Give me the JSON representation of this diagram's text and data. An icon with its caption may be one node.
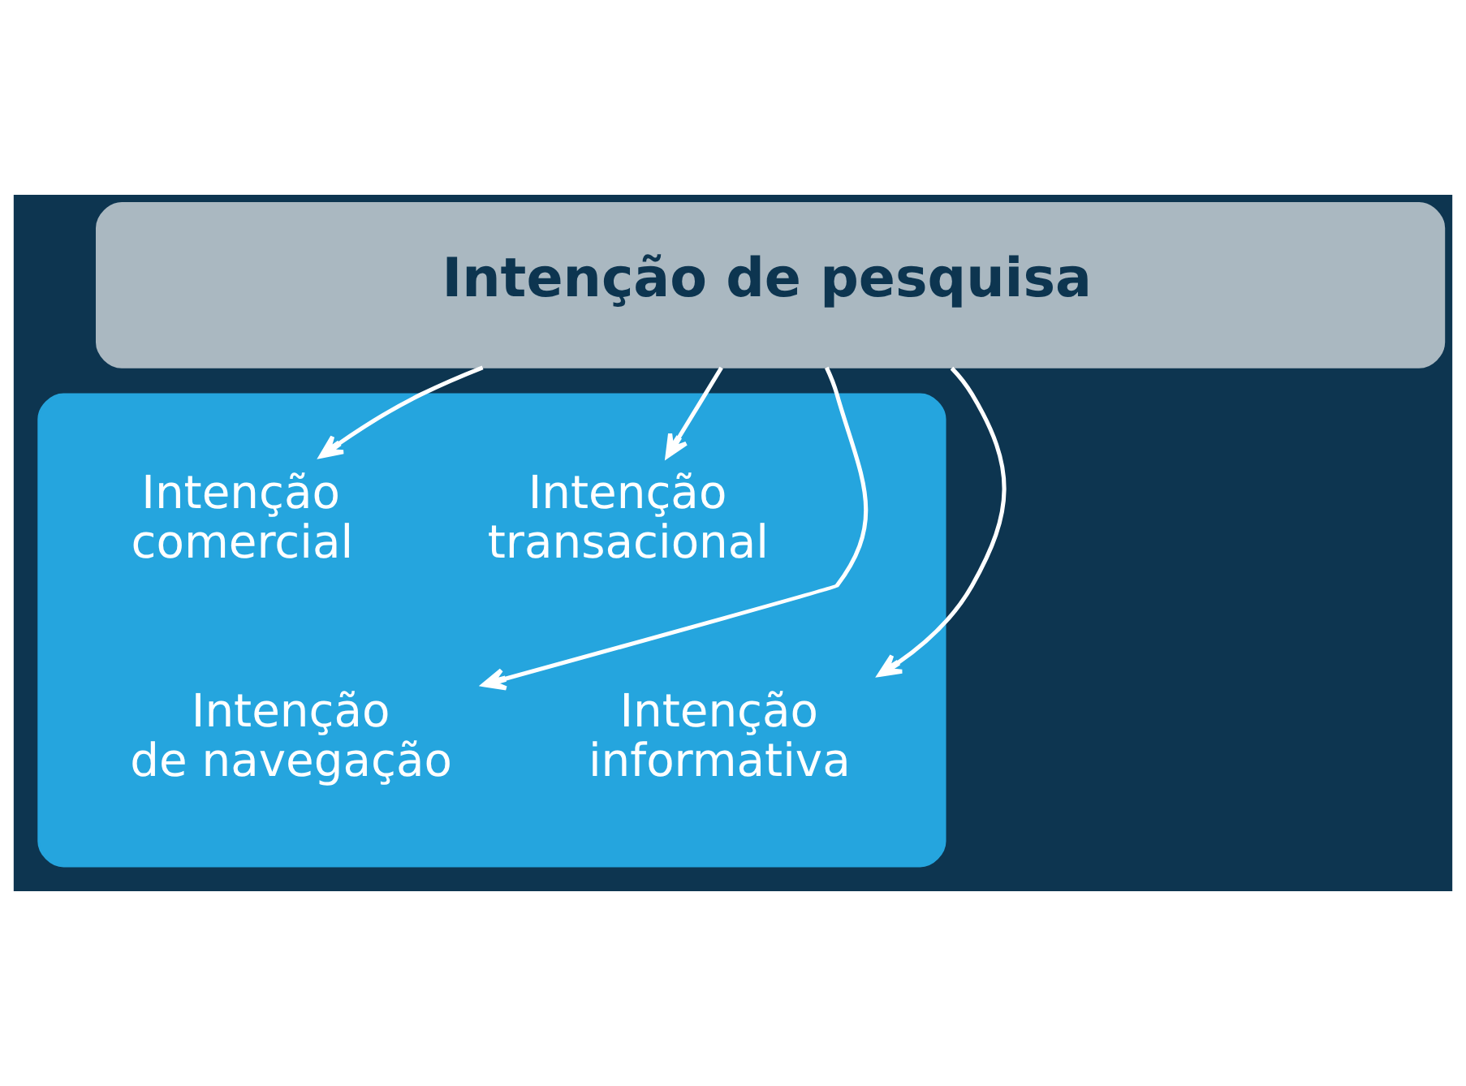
{
  "diagram": {
    "nodes": [
      {
        "text": [
          "Intenção de pesquisa"
        ]
      },
      {
        "text": [],
        "shape": "box"
      },
      {
        "text": [
          "Intenção transacional"
        ],
        "in": 1
      },
      {
        "text": [
          "Intenção comercial"
        ],
        "in": 1
      },
      {
        "text": [
          "Intenção de navegação"
        ],
        "in": 1
      },
      {
        "text": [
          "Intenção informativa"
        ],
        "in": 1
      }
    ],
    "edges": [
      {
        "from": 0,
        "to": 2,
        "arrow": "to"
      },
      {
        "from": 0,
        "to": 4,
        "arrow": "to"
      },
      {
        "from": 0,
        "to": 5,
        "arrow": "to"
      },
      {
        "from": 0,
        "to": 3,
        "arrow": "to"
      }
    ]
  }
}
